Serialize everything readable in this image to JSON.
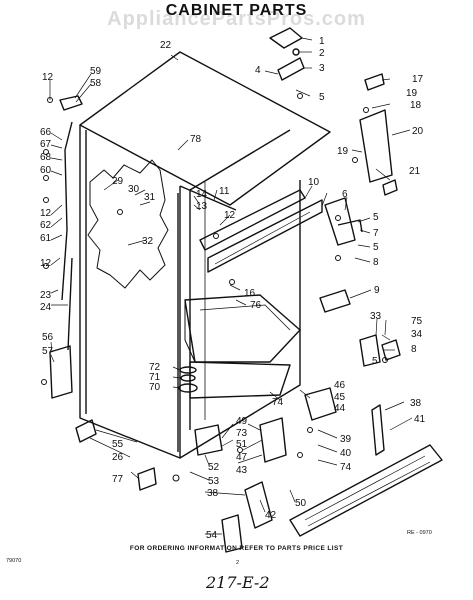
{
  "title": "CABINET PARTS",
  "watermark": "AppliancePartsPros.com",
  "footer_note": "FOR ORDERING INFORMATION REFER TO PARTS PRICE LIST",
  "ref_code": "RE - 0970",
  "page_code": "79070",
  "page_dot": "2",
  "handwritten": "217-E-2",
  "callouts": {
    "n1": "1",
    "n2": "2",
    "n3": "3",
    "n4": "4",
    "n5a": "5",
    "n5b": "5",
    "n5c": "5",
    "n5d": "5",
    "n6": "6",
    "n7": "7",
    "n8a": "8",
    "n8b": "8",
    "n9": "9",
    "n10": "10",
    "n11": "11",
    "n12a": "12",
    "n12b": "12",
    "n12c": "12",
    "n12d": "12",
    "n13": "13",
    "n14": "14",
    "n16": "16",
    "n17": "17",
    "n18": "18",
    "n19a": "19",
    "n19b": "19",
    "n20": "20",
    "n21": "21",
    "n22": "22",
    "n23": "23",
    "n24": "24",
    "n26": "26",
    "n29": "29",
    "n30": "30",
    "n31": "31",
    "n32": "32",
    "n33": "33",
    "n34": "34",
    "n38a": "38",
    "n38b": "38",
    "n39": "39",
    "n40": "40",
    "n41": "41",
    "n42": "42",
    "n43": "43",
    "n44": "44",
    "n45": "45",
    "n46": "46",
    "n47": "47",
    "n49": "49",
    "n50": "50",
    "n51": "51",
    "n52": "52",
    "n53": "53",
    "n54": "54",
    "n55": "55",
    "n56": "56",
    "n57": "57",
    "n58": "58",
    "n59": "59",
    "n60": "60",
    "n61": "61",
    "n62": "62",
    "n66": "66",
    "n67": "67",
    "n68": "68",
    "n70": "70",
    "n71": "71",
    "n72": "72",
    "n73": "73",
    "n74a": "74",
    "n74b": "74",
    "n75": "75",
    "n76": "76",
    "n77": "77",
    "n78": "78"
  }
}
